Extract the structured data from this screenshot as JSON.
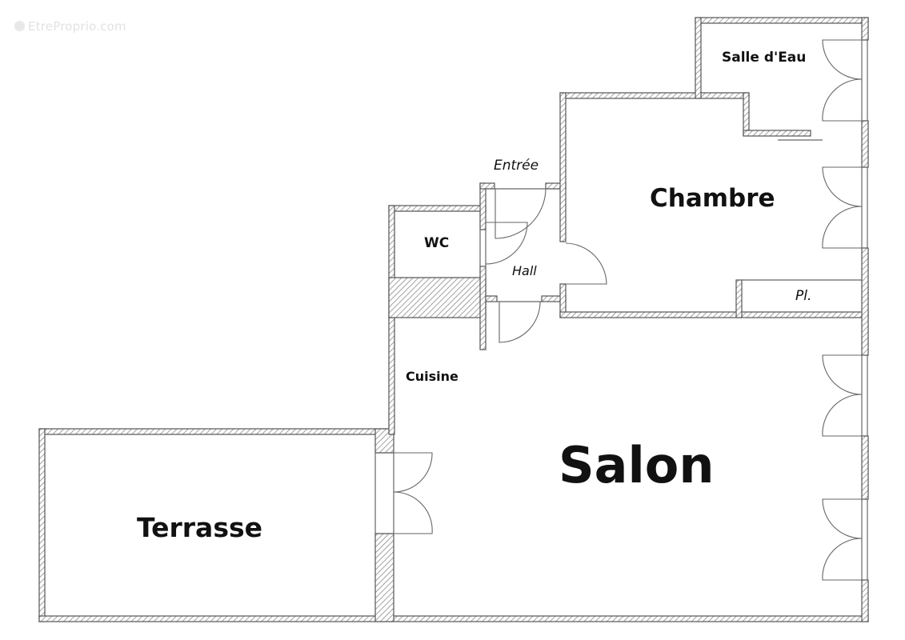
{
  "watermark": "EtreProprio.com",
  "rooms": {
    "salle_deau": "Salle d'Eau",
    "chambre": "Chambre",
    "entree": "Entrée",
    "wc": "WC",
    "hall": "Hall",
    "placard": "Pl.",
    "cuisine": "Cuisine",
    "salon": "Salon",
    "terrasse": "Terrasse"
  },
  "colors": {
    "wall_stroke": "#555555",
    "hatch": "#8a8a8a",
    "door": "#666666",
    "text": "#111111",
    "background": "#ffffff"
  }
}
